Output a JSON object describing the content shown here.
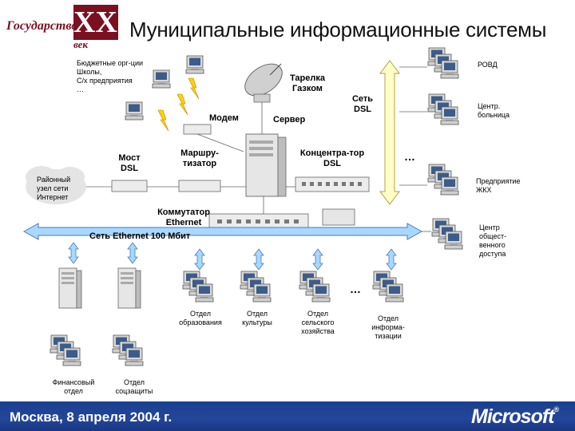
{
  "title": "Муниципальные информационные системы",
  "logo": {
    "word": "Государство",
    "numeral": "XXI",
    "suffix": "век"
  },
  "footer": {
    "text": "Москва, 8 апреля 2004 г.",
    "brand": "Microsoft"
  },
  "colors": {
    "footer": "#1b3f8f",
    "arrow_fill": "#a8d8ff",
    "arrow_stroke": "#4a7ab8",
    "dsl_fill": "#ffffc8",
    "dsl_stroke": "#b4a040",
    "lightning": "#ffd200"
  },
  "labels": {
    "budget_orgs": "Бюджетные орг-ции\nШколы,\nС/х предприятия\n…",
    "modem": "Модем",
    "dish": "Тарелка\nГазком",
    "server": "Сервер",
    "dsl_net": "Сеть\nDSL",
    "rovd": "РОВД",
    "hospital": "Центр.\nбольница",
    "bridge": "Мост\nDSL",
    "router": "Маршру-\nтизатор",
    "dsl_concentrator": "Концентра-тор\nDSL",
    "ellipsis_right": "…",
    "district_node": "Районный\nузел сети\nИнтернет",
    "housing": "Предприятие\nЖКХ",
    "switch": "Коммутатор\nEthernet",
    "ethernet_net": "Сеть Ethernet 100 Мбит",
    "public_center": "Центр\nобщест-\nвенного\nдоступа",
    "dept_education": "Отдел\nобразования",
    "dept_culture": "Отдел\nкультуры",
    "dept_agriculture": "Отдел\nсельского\nхозяйства",
    "ellipsis_bottom": "…",
    "dept_informatization": "Отдел\nинформа-\nтизации",
    "dept_finance": "Финансовый\nотдел",
    "dept_social": "Отдел\nсоцзащиты"
  }
}
